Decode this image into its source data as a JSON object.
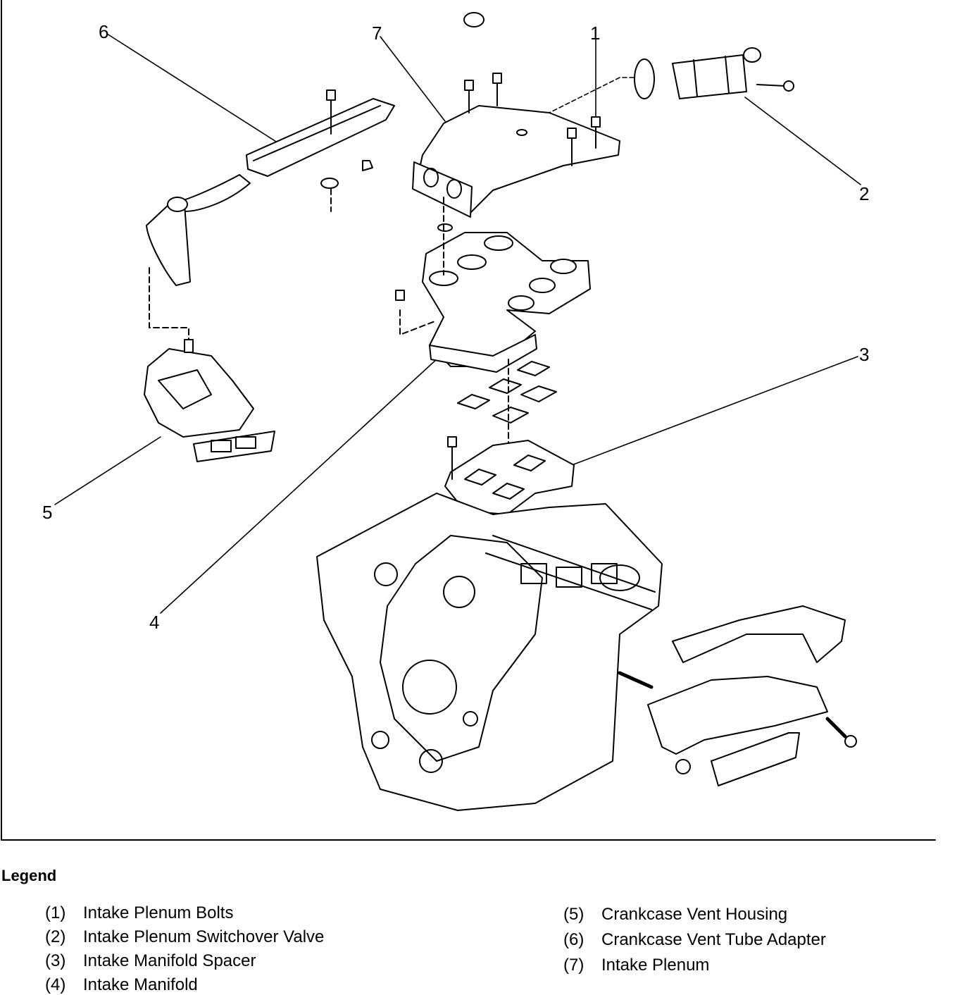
{
  "figure": {
    "callouts": [
      {
        "id": "1",
        "label": "1"
      },
      {
        "id": "2",
        "label": "2"
      },
      {
        "id": "3",
        "label": "3"
      },
      {
        "id": "4",
        "label": "4"
      },
      {
        "id": "5",
        "label": "5"
      },
      {
        "id": "6",
        "label": "6"
      },
      {
        "id": "7",
        "label": "7"
      }
    ]
  },
  "legend": {
    "title": "Legend",
    "items": [
      {
        "num": "(1)",
        "text": "Intake Plenum Bolts"
      },
      {
        "num": "(2)",
        "text": "Intake Plenum Switchover Valve"
      },
      {
        "num": "(3)",
        "text": "Intake Manifold Spacer"
      },
      {
        "num": "(4)",
        "text": "Intake Manifold"
      },
      {
        "num": "(5)",
        "text": "Crankcase Vent Housing"
      },
      {
        "num": "(6)",
        "text": "Crankcase Vent Tube Adapter"
      },
      {
        "num": "(7)",
        "text": "Intake Plenum"
      }
    ]
  }
}
